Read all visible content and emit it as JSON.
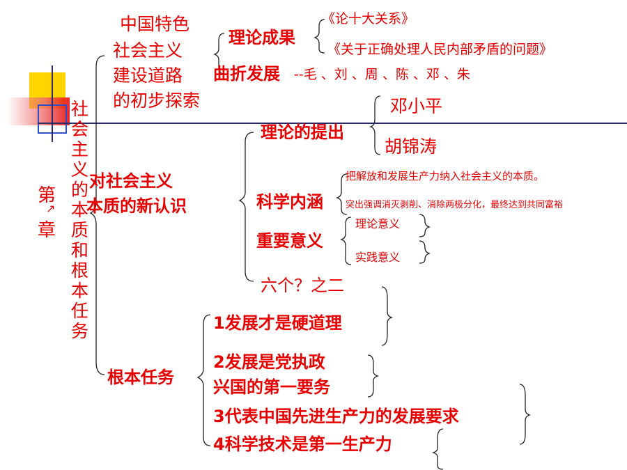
{
  "colors": {
    "red": "#e60000",
    "yellow": "#ffd400",
    "blue": "#3050c8",
    "line_dark": "#2a2a6a"
  },
  "chapter": {
    "label_a": "第",
    "label_b": "章",
    "title_chars": [
      "社",
      "会",
      "主",
      "义",
      "的",
      "本",
      "质",
      "和",
      "根",
      "本",
      "任",
      "务"
    ]
  },
  "branch1": {
    "lines": [
      "中国特色",
      "社会主义",
      "建设道路",
      "的初步探索"
    ],
    "theory_results": "理论成果",
    "work1": "《论十大关系》",
    "work2": "《关于正确处理人民内部矛盾的问题》",
    "tortuous": "曲折发展",
    "leaders": "--毛 、刘 、周 、陈 、邓 、朱"
  },
  "branch2": {
    "title_l1": "对社会主义",
    "title_l2": "本质的新认识",
    "theory_proposed": "理论的提出",
    "deng": "邓小平",
    "hu": "胡锦涛",
    "connotation": "科学内涵",
    "conn1": "把解放和发展生产力纳入社会主义的本质。",
    "conn2": "突出强调消灭剥削、消除两极分化，最终达到共同富裕",
    "significance": "重要意义",
    "theory_sig": "理论意义",
    "practice_sig": "实践意义",
    "six": "六个？之二"
  },
  "branch3": {
    "title": "根本任务",
    "item1": "1发展才是硬道理",
    "item2_l1": "2发展是党执政",
    "item2_l2": "兴国的第一要务",
    "item3": "3代表中国先进生产力的发展要求",
    "item4": "4科学技术是第一生产力"
  }
}
